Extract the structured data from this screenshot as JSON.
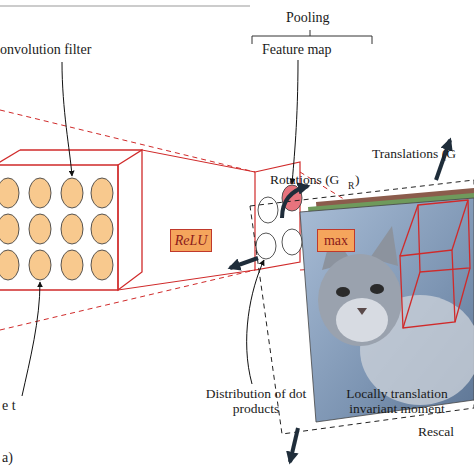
{
  "diagram": {
    "nodes": [
      {
        "text": [
          "ReLU"
        ]
      },
      {
        "text": [
          "max"
        ]
      }
    ],
    "labels": [
      "Pooling",
      "onvolution filter",
      "Feature map",
      "Distribution of dot products",
      "Locally translation invariant moment",
      "e t",
      "a)",
      "Translations (G",
      "Rotations (G",
      "R",
      ")",
      "Rescal"
    ]
  }
}
